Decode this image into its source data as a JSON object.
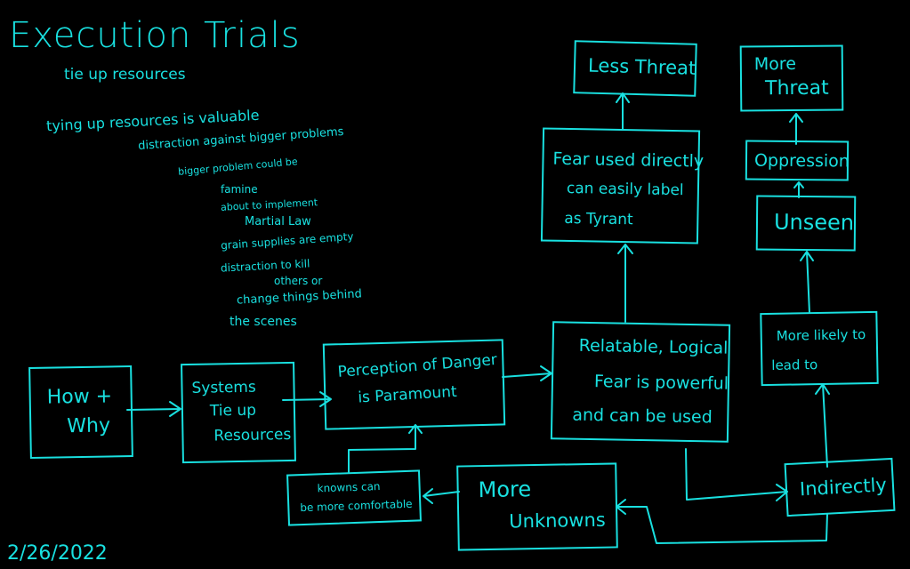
{
  "title": "Execution Trials",
  "subtitle": "tie up resources",
  "notes": [
    "tying up resources is valuable",
    "distraction against bigger problems",
    "bigger problem could be",
    "famine",
    "about to implement",
    "Martial Law",
    "grain supplies are empty",
    "distraction to kill",
    "others or",
    "change things behind",
    "the scenes"
  ],
  "date": "2/26/2022",
  "accent_color": "#19e0e0",
  "background_color": "#000000",
  "nodes": {
    "how_why": [
      "How +",
      "Why"
    ],
    "systems": [
      "Systems",
      "Tie up",
      "Resources"
    ],
    "perception": [
      "Perception of Danger",
      "is Paramount"
    ],
    "relatable": [
      "Relatable, Logical",
      "Fear is powerful",
      "and can be used"
    ],
    "fear_direct": [
      "Fear used directly",
      "can easily label",
      "as Tyrant"
    ],
    "less_threat": [
      "Less Threat"
    ],
    "more_threat": [
      "More",
      "Threat"
    ],
    "oppression": [
      "Oppression"
    ],
    "unseen": [
      "Unseen"
    ],
    "more_likely": [
      "More likely to",
      "lead to"
    ],
    "indirectly": [
      "Indirectly"
    ],
    "more_unknowns": [
      "More",
      "Unknowns"
    ],
    "knowns": [
      "knowns can",
      "be more comfortable"
    ]
  },
  "edges": [
    {
      "from": "how_why",
      "to": "systems"
    },
    {
      "from": "systems",
      "to": "perception"
    },
    {
      "from": "perception",
      "to": "relatable"
    },
    {
      "from": "relatable",
      "to": "fear_direct"
    },
    {
      "from": "fear_direct",
      "to": "less_threat"
    },
    {
      "from": "relatable",
      "to": "indirectly"
    },
    {
      "from": "indirectly",
      "to": "more_likely"
    },
    {
      "from": "more_likely",
      "to": "unseen"
    },
    {
      "from": "unseen",
      "to": "oppression"
    },
    {
      "from": "oppression",
      "to": "more_threat"
    },
    {
      "from": "indirectly",
      "to": "more_unknowns"
    },
    {
      "from": "more_unknowns",
      "to": "knowns"
    },
    {
      "from": "knowns",
      "to": "perception"
    }
  ]
}
